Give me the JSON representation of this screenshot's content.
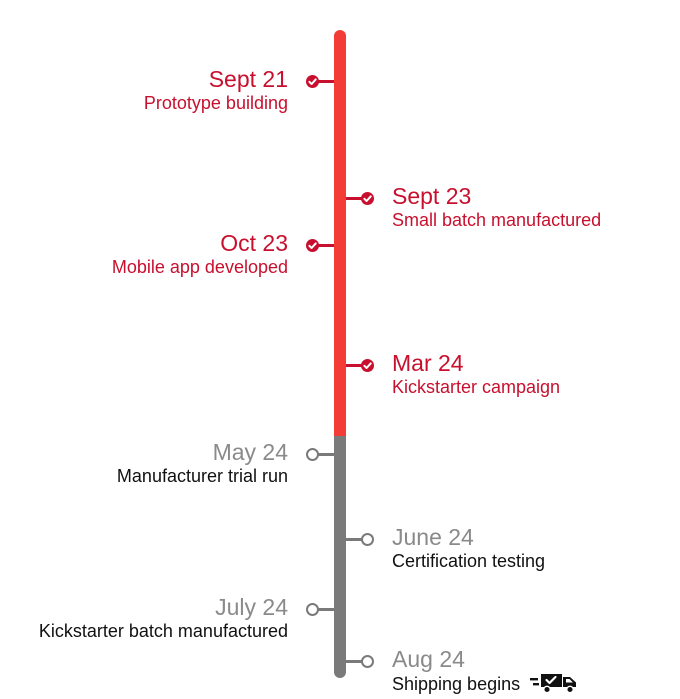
{
  "colors": {
    "done_spine": "#f23c35",
    "done_text": "#c8102e",
    "pending_spine": "#7a7a7a",
    "pending_date": "#8a8a8a",
    "pending_text": "#111111"
  },
  "milestones": [
    {
      "date": "Sept 21",
      "label": "Prototype building",
      "side": "left",
      "status": "done",
      "icon": "check-circle-icon"
    },
    {
      "date": "Sept 23",
      "label": "Small batch manufactured",
      "side": "right",
      "status": "done",
      "icon": "check-circle-icon"
    },
    {
      "date": "Oct 23",
      "label": "Mobile app developed",
      "side": "left",
      "status": "done",
      "icon": "check-circle-icon"
    },
    {
      "date": "Mar 24",
      "label": "Kickstarter campaign",
      "side": "right",
      "status": "done",
      "icon": "check-circle-icon"
    },
    {
      "date": "May 24",
      "label": "Manufacturer trial run",
      "side": "left",
      "status": "pending",
      "icon": "open-circle-icon"
    },
    {
      "date": "June 24",
      "label": "Certification testing",
      "side": "right",
      "status": "pending",
      "icon": "open-circle-icon"
    },
    {
      "date": "July 24",
      "label": "Kickstarter batch manufactured",
      "side": "left",
      "status": "pending",
      "icon": "open-circle-icon"
    },
    {
      "date": "Aug 24",
      "label": "Shipping begins",
      "side": "right",
      "status": "pending",
      "icon": "open-circle-icon",
      "extra_icon": "delivery-truck-icon"
    }
  ]
}
